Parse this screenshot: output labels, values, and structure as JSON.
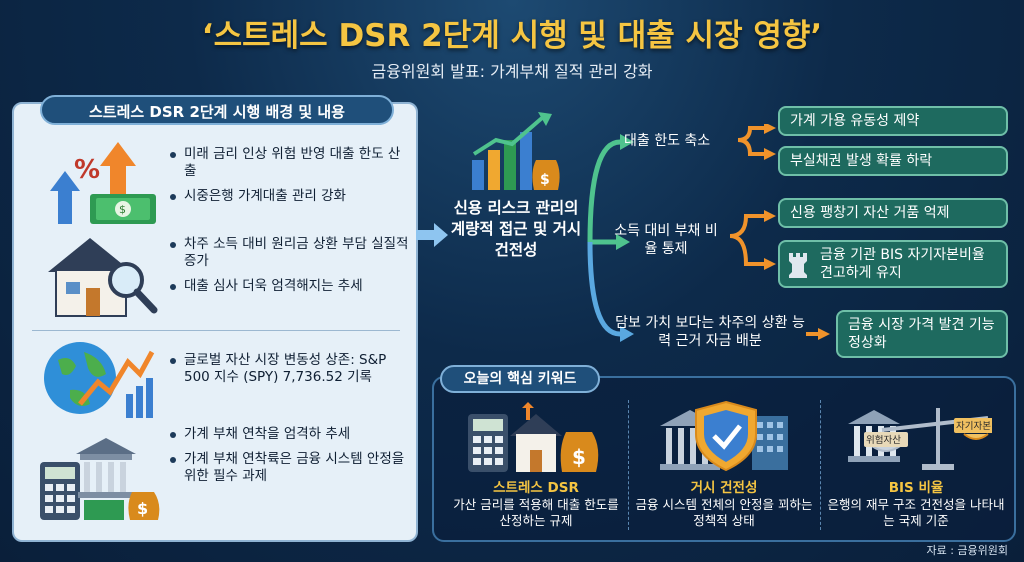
{
  "title": "‘스트레스 DSR 2단계 시행 및 대출 시장 영향’",
  "subtitle": "금융위원회 발표: 가계부채 질적 관리 강화",
  "left": {
    "header": "스트레스 DSR 2단계 시행 배경 및 내용",
    "group1": [
      "미래 금리 인상 위험 반영 대출 한도 산출",
      "시중은행 가계대출 관리 강화"
    ],
    "group2": [
      "차주 소득 대비 원리금 상환 부담 실질적 증가",
      "대출 심사 더욱 엄격해지는 추세"
    ],
    "group3": [
      "글로벌 자산 시장 변동성 상존: S&P 500 지수 (SPY) 7,736.52 기록"
    ],
    "group4": [
      "가계 부채 연착을 엄격하 추세",
      "가계 부채 연착륙은 금융 시스템 안정을 위한 필수 과제"
    ]
  },
  "center": {
    "text": "신용 리스크 관리의 계량적 접근 및 거시 건전성"
  },
  "branches": {
    "b1": {
      "label": "대출 한도 축소",
      "results": [
        "가계 가용 유동성 제약",
        "부실채권 발생 확률 하락"
      ]
    },
    "b2": {
      "label": "소득 대비 부채 비율 통제",
      "results": [
        "신용 팽창기 자산 거품 억제",
        "금융 기관 BIS 자기자본비율 견고하게 유지"
      ]
    },
    "b3": {
      "label": "담보 가치 보다는 차주의 상환 능력 근거 자금 배분",
      "results": [
        "금융 시장 가격 발견 기능 정상화"
      ]
    }
  },
  "keywords": {
    "header": "오늘의 핵심 키워드",
    "items": [
      {
        "title": "스트레스 DSR",
        "desc": "가산 금리를 적용해 대출 한도를 산정하는 규제"
      },
      {
        "title": "거시 건전성",
        "desc": "금융 시스템 전체의 안정을 꾀하는 정책적 상태"
      },
      {
        "title": "BIS 비율",
        "desc": "은행의 재무 구조 건전성을 나타내는 국제 기준"
      }
    ],
    "scale_labels": [
      "위험자산",
      "자기자본"
    ]
  },
  "source": "자료 : 금융위원회",
  "icons": [
    "percent-growth-icon",
    "house-magnifier-icon",
    "globe-chart-icon",
    "bank-calculator-icon",
    "bar-chart-growth-icon",
    "shield-check-icon",
    "balance-scale-icon"
  ],
  "colors": {
    "title": "#f5c542",
    "arrow_blue": "#5aa8e0",
    "arrow_green": "#4fc38e",
    "arrow_orange": "#f0932b",
    "pill": "#1e6a5f"
  }
}
